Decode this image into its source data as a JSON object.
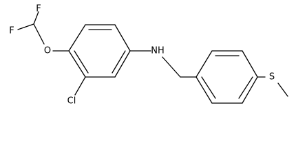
{
  "molecule": {
    "atoms": {
      "f1": "F",
      "f2": "F",
      "o": "O",
      "nh": "NH",
      "cl": "Cl",
      "s": "S"
    }
  },
  "colors": {
    "bond": "#000000",
    "label": "#000000",
    "background": "#ffffff"
  }
}
